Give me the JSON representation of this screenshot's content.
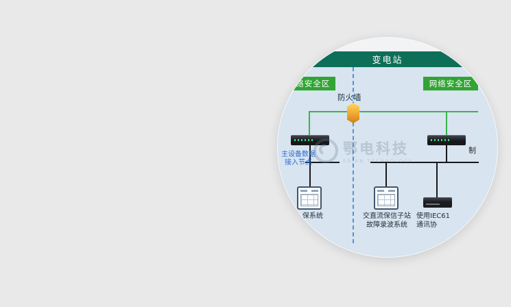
{
  "colors": {
    "page_bg": "#e9e9e9",
    "header_bg": "#0e6f58",
    "zone_bg": "#31a433",
    "canvas_bg": "#d8e4ef",
    "divider": "#4f94d9",
    "lan": "#39b54a",
    "bus": "#17181c",
    "node_text": "#2b6bd4",
    "watermark": "#6d8294"
  },
  "lens": {
    "header_title": "变电站",
    "zone_left": "网络安全区",
    "zone_right": "网络安全区",
    "firewall_label": "防火墙",
    "node_label_line1": "主设备数据",
    "node_label_line2": "接入节点",
    "edge_partial_label": "制",
    "label_left_partial": "保系统",
    "label_center_line1": "交直流保信子站",
    "label_center_line2": "故障录波系统",
    "label_right_line1": "使用IEC61",
    "label_right_line2": "通讯协",
    "watermark_text": "鄂电科技",
    "watermark_subtext": "EDIAN TECHNOLOGY"
  }
}
